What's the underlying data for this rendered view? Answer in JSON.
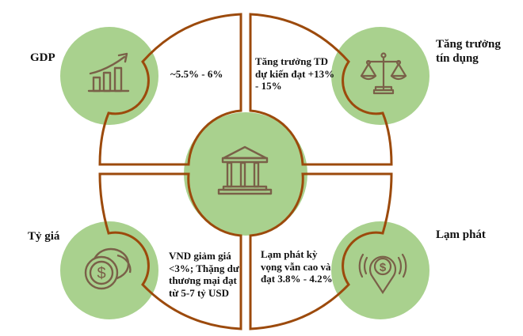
{
  "colors": {
    "circle_fill": "#a9d18e",
    "outline": "#9c4a0c",
    "icon_stroke": "#7a6048",
    "text": "#111111"
  },
  "center": {
    "icon": "bank-building-icon"
  },
  "sections": [
    {
      "id": "gdp",
      "title": "GDP",
      "value": "~5.5% - 6%",
      "icon": "growth-chart-icon"
    },
    {
      "id": "credit",
      "title": "Tăng trưởng tín dụng",
      "title_lines": [
        "Tăng trưởng",
        "tín dụng"
      ],
      "value": "Tăng trưởng TD dự kiến đạt +13% - 15%",
      "value_lines": [
        "Tăng trưởng TD",
        "dự kiến đạt +13%",
        "- 15%"
      ],
      "icon": "balance-scale-icon"
    },
    {
      "id": "fx",
      "title": "Tỷ giá",
      "value": "VND giảm giá <3%; Thặng dư thương mại đạt từ 5-7 tỷ USD",
      "value_lines": [
        "VND giảm giá",
        "<3%; Thặng dư",
        "thương mại đạt",
        "từ 5-7 tỷ USD"
      ],
      "icon": "dollar-coins-icon"
    },
    {
      "id": "inflation",
      "title": "Lạm phát",
      "value": "Lạm phát kỳ vọng vẫn cao và đạt 3.8% - 4.2%",
      "value_lines": [
        "Lạm phát kỳ",
        "vọng vẫn cao và",
        "đạt 3.8% - 4.2%"
      ],
      "icon": "dollar-location-pin-icon"
    }
  ]
}
